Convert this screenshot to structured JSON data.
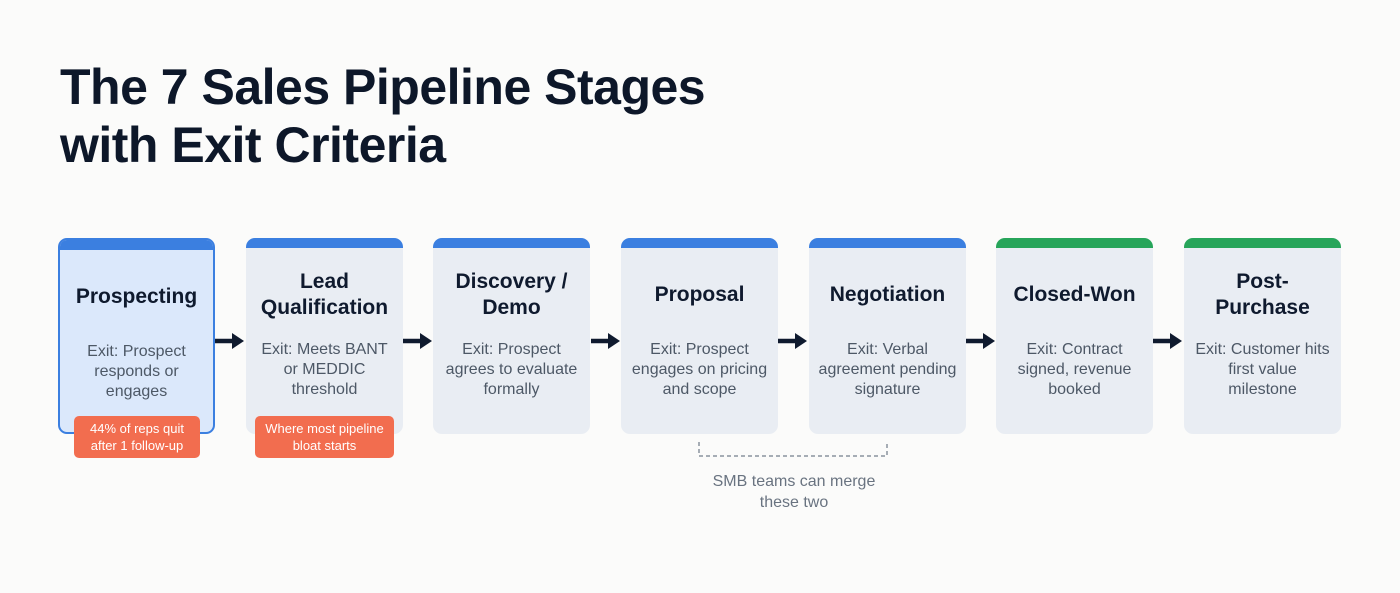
{
  "title": {
    "line1": "The 7 Sales Pipeline Stages",
    "line2": "with Exit Criteria"
  },
  "colors": {
    "stage_accent": "#3b7fe0",
    "won_accent": "#27a55a",
    "callout": "#f26d4f",
    "arrow": "#0f1a2e"
  },
  "stages": [
    {
      "name": "Prospecting",
      "exit": "Exit: Prospect responds or engages"
    },
    {
      "name": "Lead Qualification",
      "exit": "Exit: Meets BANT or MEDDIC threshold"
    },
    {
      "name": "Discovery / Demo",
      "exit": "Exit: Prospect agrees to evaluate formally"
    },
    {
      "name": "Proposal",
      "exit": "Exit: Prospect engages on pricing and scope"
    },
    {
      "name": "Negotiation",
      "exit": "Exit: Verbal agreement pending signature"
    },
    {
      "name": "Closed-Won",
      "exit": "Exit: Contract signed, revenue booked"
    },
    {
      "name": "Post-Purchase",
      "exit": "Exit: Customer hits first value milestone"
    }
  ],
  "callouts": {
    "prospecting": "44% of reps quit after 1 follow-up",
    "qualification": "Where most pipeline bloat starts"
  },
  "merge_note": "SMB teams can merge these two"
}
